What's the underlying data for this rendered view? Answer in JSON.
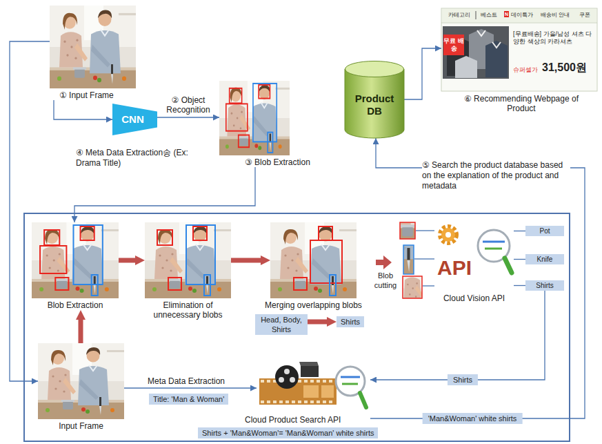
{
  "diagram": {
    "nodes": [
      {
        "text": [
          "① Input Frame"
        ]
      },
      {
        "text": [
          "CNN"
        ]
      },
      {
        "text": [
          "③ Blob Extraction"
        ]
      },
      {
        "text": [
          "Product DB"
        ]
      },
      {
        "text": [
          "카테고리",
          "베스트",
          "데이특가",
          "배송비 안내",
          "쿠폰",
          "[무료배송] 가을/남성 셔츠 다양한 색상의 카라셔츠",
          "슈퍼셀가",
          "31,500원",
          "⑥ Recommending Webpage of Product"
        ]
      },
      {
        "text": [
          "무료 배송"
        ],
        "in": 4
      },
      {
        "text": [
          "Blob Extraction"
        ]
      },
      {
        "text": [
          "Elimination of unnecessary blobs"
        ]
      },
      {
        "text": [
          "Merging overlapping blobs"
        ]
      },
      {
        "text": [
          "Head, Body, Shirts"
        ]
      },
      {
        "text": [
          "Shirts"
        ]
      },
      {
        "text": [
          "API",
          "Cloud Vision API"
        ]
      },
      {
        "text": [
          "Pot"
        ]
      },
      {
        "text": [
          "Knife"
        ]
      },
      {
        "text": [
          "Shirts"
        ]
      },
      {
        "text": [
          "Input Frame"
        ]
      },
      {
        "text": [
          "Title: 'Man & Woman'"
        ]
      },
      {
        "text": [
          "Cloud Product Search API"
        ]
      },
      {
        "text": [
          "Shirts + 'Man&Woman'= 'Man&Woman' white shirts"
        ]
      }
    ],
    "edges": [
      {
        "from": 0,
        "to": 1,
        "arrow": "to"
      },
      {
        "from": 1,
        "to": 2,
        "label": "② Object Recognition",
        "arrow": "to"
      },
      {
        "from": 2,
        "to": 6,
        "arrow": "to"
      },
      {
        "from": 3,
        "to": 4,
        "arrow": "to"
      },
      {
        "from": 0,
        "to": 15,
        "arrow": "to"
      },
      {
        "from": 6,
        "to": 7,
        "arrow": "to"
      },
      {
        "from": 7,
        "to": 8,
        "arrow": "to"
      },
      {
        "from": 9,
        "to": 10,
        "arrow": "to"
      },
      {
        "from": 11,
        "to": 12,
        "arrow": "none"
      },
      {
        "from": 11,
        "to": 13,
        "arrow": "none"
      },
      {
        "from": 11,
        "to": 14,
        "arrow": "none"
      },
      {
        "from": 15,
        "to": 6,
        "arrow": "to"
      },
      {
        "from": 15,
        "to": 17,
        "label": "Meta Data Extraction",
        "arrow": "to"
      },
      {
        "from": 14,
        "to": 17,
        "label": "Shirts",
        "arrow": "to"
      },
      {
        "from": 17,
        "to": 3,
        "label": "'Man&Woman' white shirts",
        "arrow": "to"
      }
    ],
    "labels": [
      "④ Meta Data Extraction송 (Ex: Drama Title)",
      "N",
      "⑤ Search the product database based on the explanation of the product and metadata",
      "Blob cutting"
    ]
  }
}
